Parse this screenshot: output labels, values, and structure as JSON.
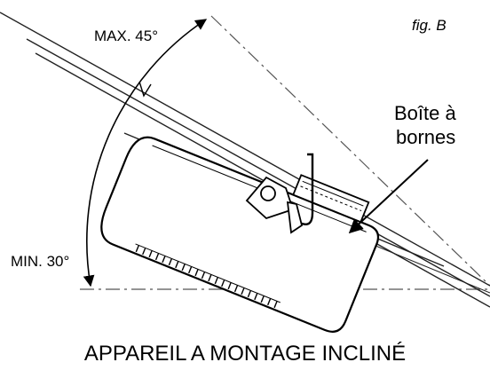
{
  "figure_label": "fig. B",
  "label_max_angle": "MAX. 45°",
  "label_min_angle": "MIN. 30°",
  "label_terminal_box_line1": "Boîte à",
  "label_terminal_box_line2": "bornes",
  "caption": "APPAREIL A MONTAGE INCLINÉ",
  "angles": {
    "max_deg": 45,
    "min_deg": 30
  }
}
